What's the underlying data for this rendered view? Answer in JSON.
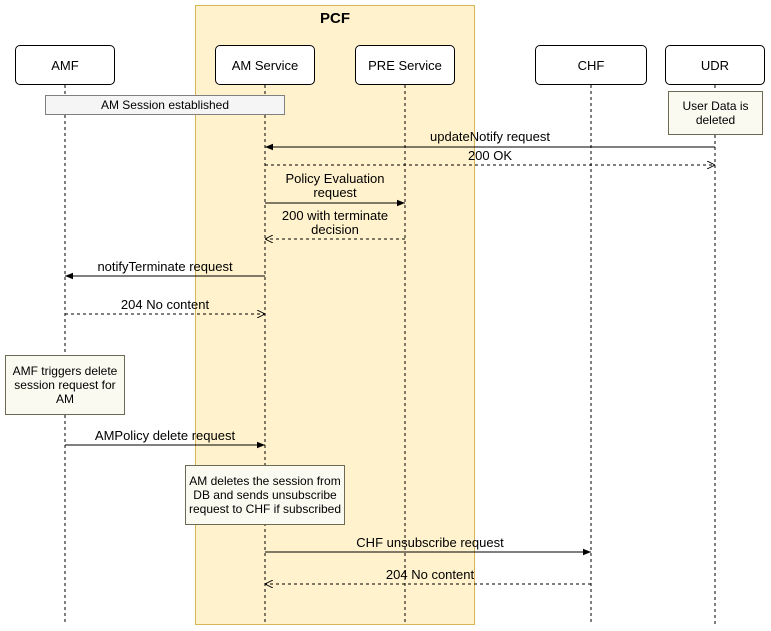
{
  "group": {
    "title": "PCF"
  },
  "lanes": {
    "amf": "AMF",
    "am_service": "AM Service",
    "pre_service": "PRE Service",
    "chf": "CHF",
    "udr": "UDR"
  },
  "notes": {
    "am_session": "AM Session established",
    "udr_deleted": "User Data is deleted",
    "amf_trigger": "AMF triggers delete session request for AM",
    "am_deletes": "AM deletes the session from DB and sends unsubscribe request to CHF if subscribed"
  },
  "messages": [
    {
      "key": "update_notify",
      "from": "udr",
      "to": "am_service",
      "style": "solid",
      "label": "updateNotify request"
    },
    {
      "key": "ok_200",
      "from": "am_service",
      "to": "udr",
      "style": "dashed",
      "label": "200 OK"
    },
    {
      "key": "policy_eval",
      "from": "am_service",
      "to": "pre_service",
      "style": "solid",
      "label": "Policy Evaluation request"
    },
    {
      "key": "terminate_decision",
      "from": "pre_service",
      "to": "am_service",
      "style": "dashed",
      "label": "200 with terminate decision"
    },
    {
      "key": "notify_terminate",
      "from": "am_service",
      "to": "amf",
      "style": "solid",
      "label": "notifyTerminate request"
    },
    {
      "key": "no_content_1",
      "from": "amf",
      "to": "am_service",
      "style": "dashed",
      "label": "204 No content"
    },
    {
      "key": "ampolicy_delete",
      "from": "amf",
      "to": "am_service",
      "style": "solid",
      "label": "AMPolicy delete request"
    },
    {
      "key": "chf_unsubscribe",
      "from": "am_service",
      "to": "chf",
      "style": "solid",
      "label": "CHF unsubscribe request"
    },
    {
      "key": "no_content_2",
      "from": "chf",
      "to": "am_service",
      "style": "dashed",
      "label": "204 No content"
    }
  ]
}
